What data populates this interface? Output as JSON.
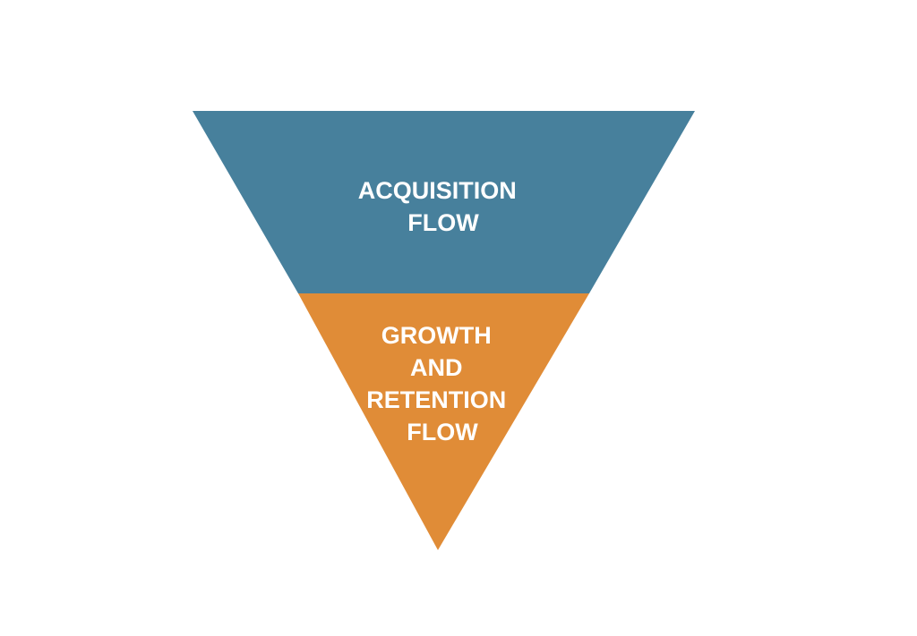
{
  "funnel": {
    "stages": [
      {
        "lines": [
          "ACQUISITION",
          "FLOW"
        ],
        "color": "#47809c"
      },
      {
        "lines": [
          "GROWTH",
          "AND",
          "RETENTION",
          "FLOW"
        ],
        "color": "#e08c37"
      }
    ],
    "text_color": "#ffffff"
  }
}
